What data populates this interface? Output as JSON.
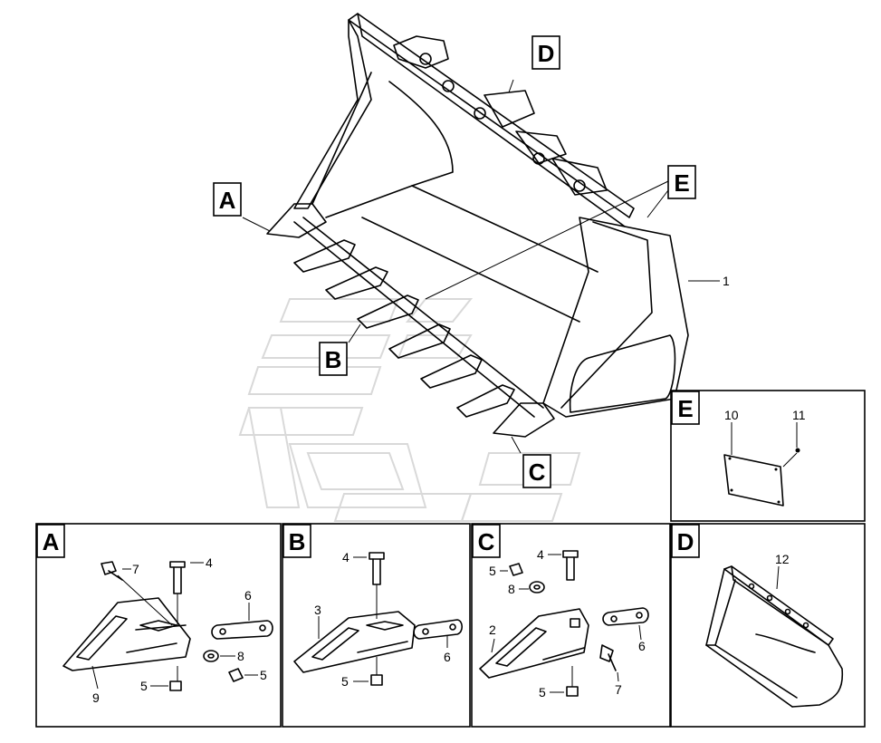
{
  "callouts": {
    "A": "A",
    "B": "B",
    "C": "C",
    "D": "D",
    "E": "E"
  },
  "main_view": {
    "part_1": "1"
  },
  "detail_E": {
    "title": "E",
    "labels": [
      "10",
      "11"
    ]
  },
  "detail_A": {
    "title": "A",
    "labels": [
      "7",
      "4",
      "6",
      "8",
      "5",
      "9",
      "5"
    ]
  },
  "detail_B": {
    "title": "B",
    "labels": [
      "4",
      "3",
      "6",
      "5"
    ]
  },
  "detail_C": {
    "title": "C",
    "labels": [
      "4",
      "5",
      "8",
      "6",
      "2",
      "7",
      "5"
    ]
  },
  "detail_D": {
    "title": "D",
    "labels": [
      "12"
    ]
  }
}
